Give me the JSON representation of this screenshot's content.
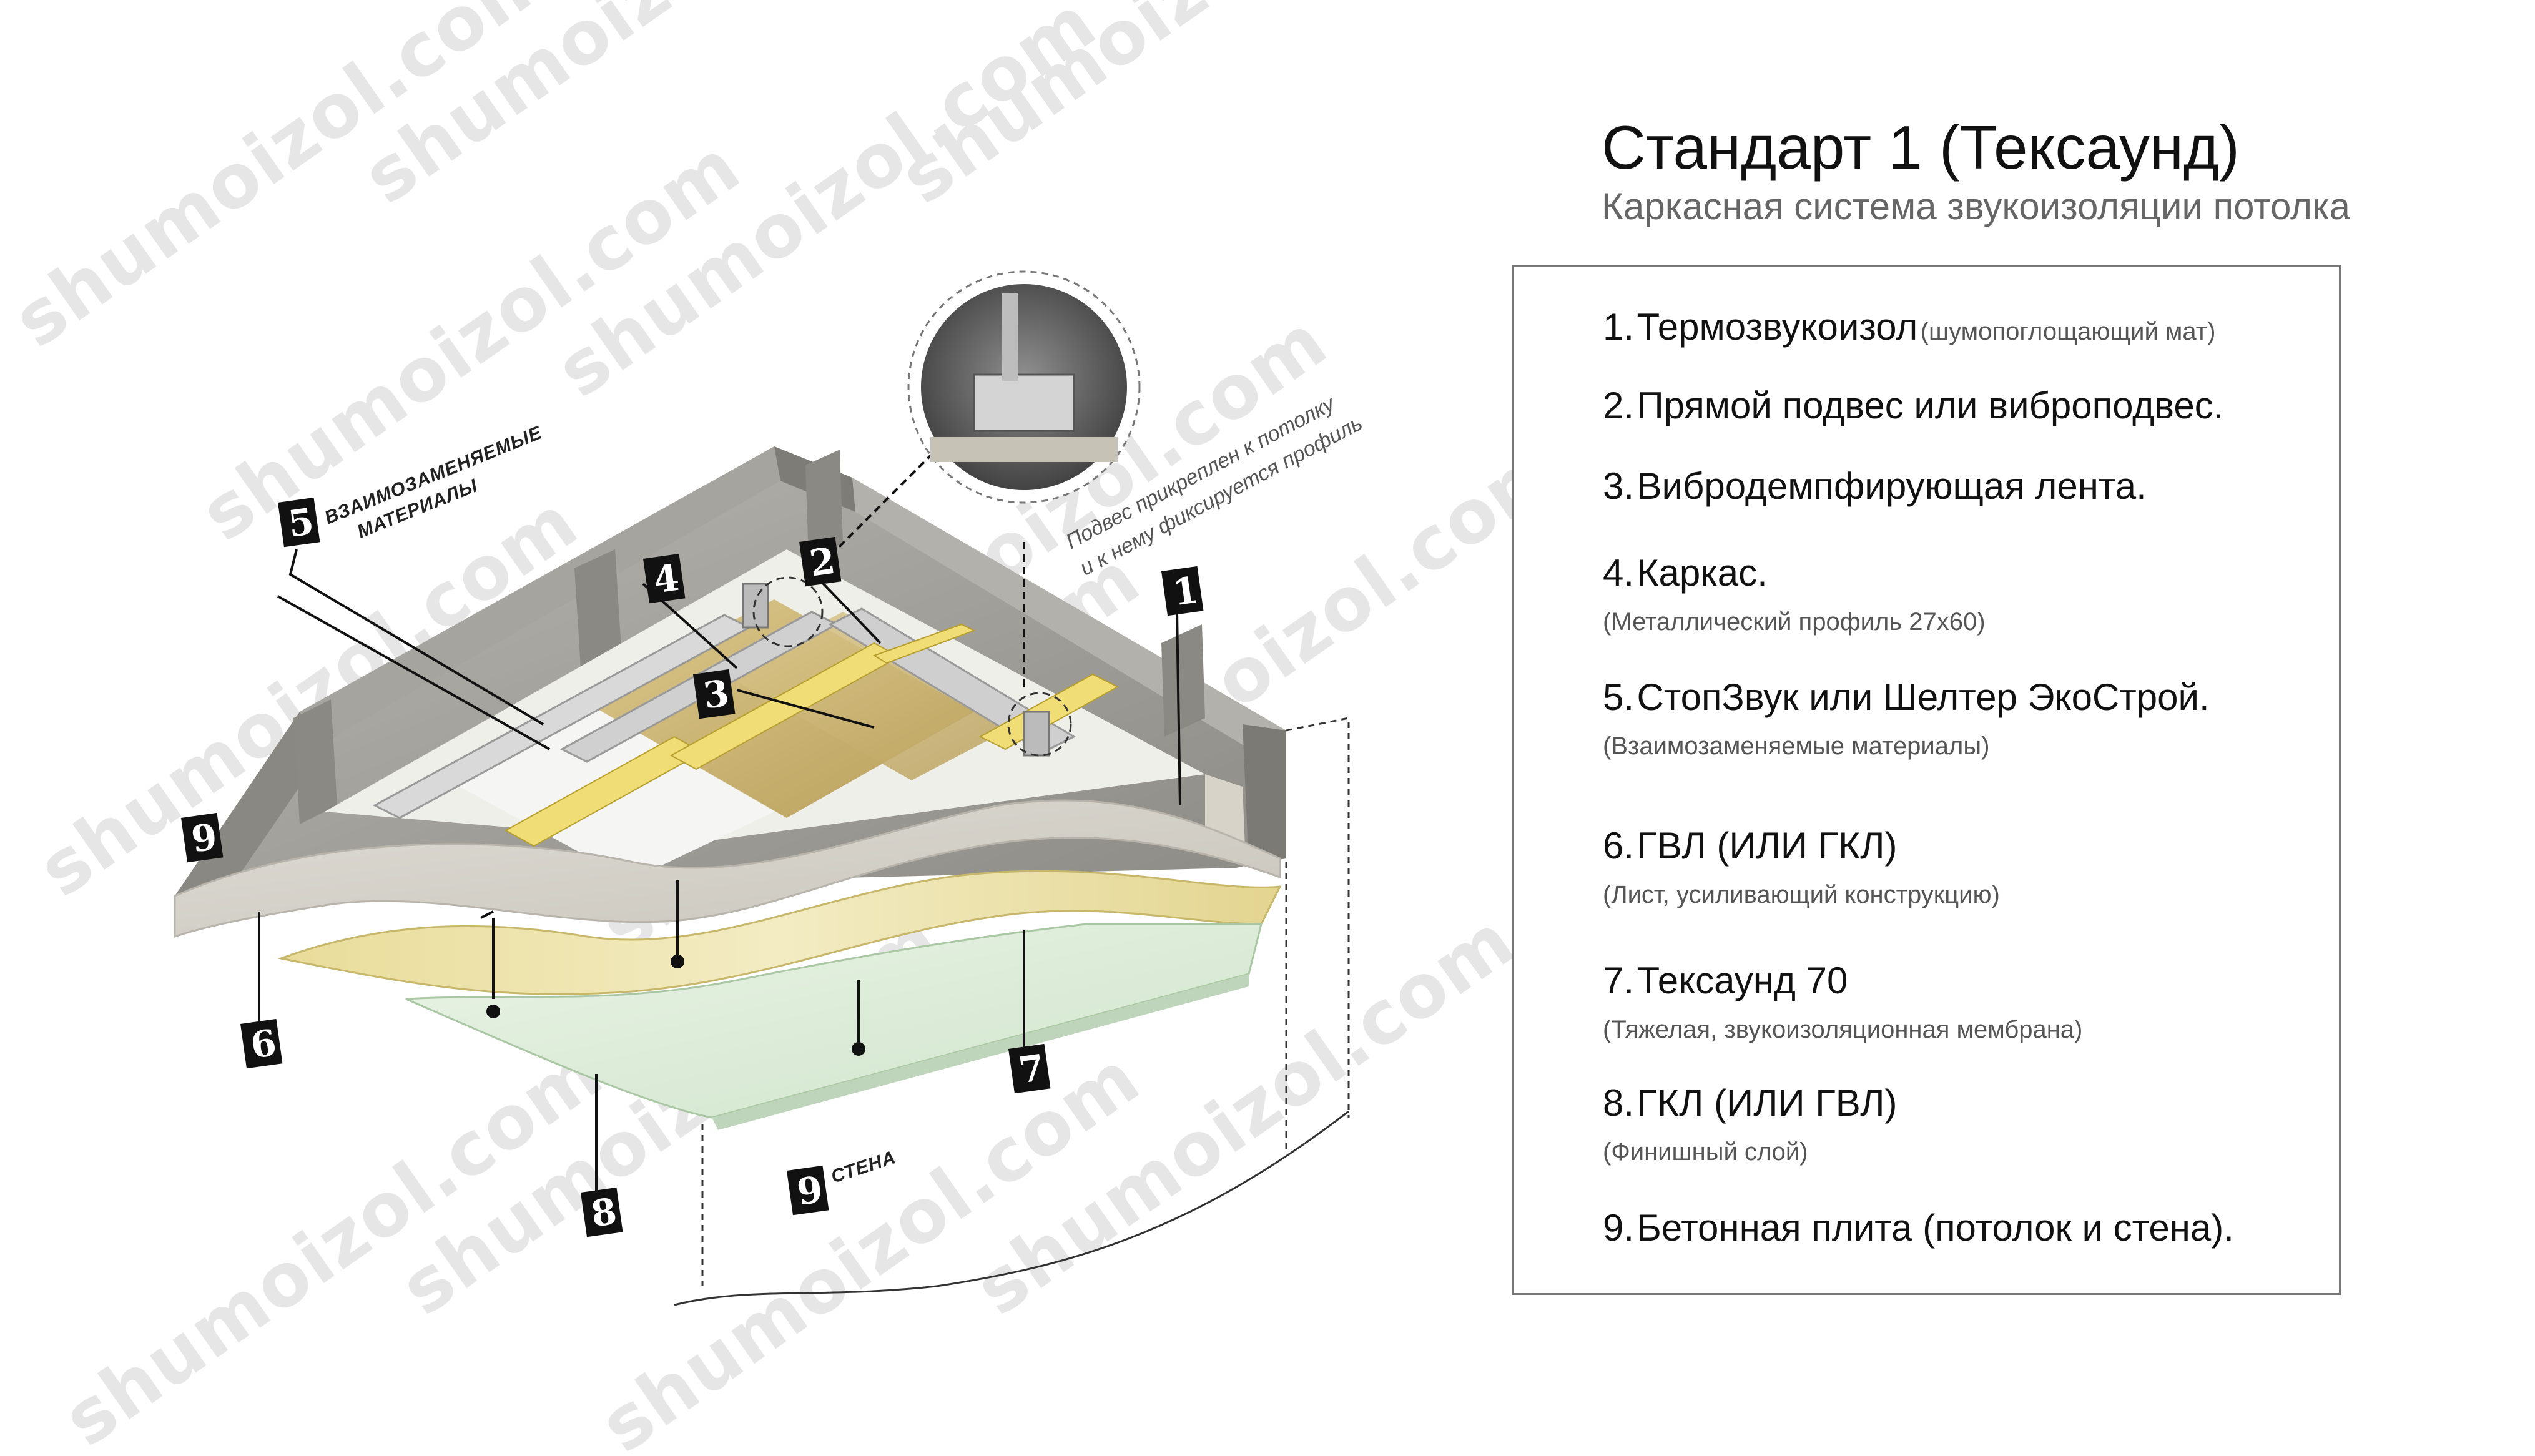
{
  "header": {
    "title": "Стандарт 1 (Тексаунд)",
    "subtitle": "Каркасная система звукоизоляции потолка"
  },
  "legend": [
    {
      "num": "1.",
      "title": "Термозвукоизол",
      "inline_note": "(шумопоглощающий мат)",
      "note": ""
    },
    {
      "num": "2.",
      "title": "Прямой подвес или виброподвес.",
      "inline_note": "",
      "note": ""
    },
    {
      "num": "3.",
      "title": "Вибродемпфирующая лента.",
      "inline_note": "",
      "note": ""
    },
    {
      "num": "4.",
      "title": "Каркас.",
      "inline_note": "",
      "note": "(Металлический профиль 27x60)"
    },
    {
      "num": "5.",
      "title": "СтопЗвук или Шелтер ЭкоСтрой.",
      "inline_note": "",
      "note": "(Взаимозаменяемые материалы)"
    },
    {
      "num": "6.",
      "title": "ГВЛ (ИЛИ ГКЛ)",
      "inline_note": "",
      "note": "(Лист, усиливающий конструкцию)"
    },
    {
      "num": "7.",
      "title": "Тексаунд 70",
      "inline_note": "",
      "note": "(Тяжелая, звукоизоляционная мембрана)"
    },
    {
      "num": "8.",
      "title": "ГКЛ (ИЛИ ГВЛ)",
      "inline_note": "",
      "note": "(Финишный слой)"
    },
    {
      "num": "9.",
      "title": "Бетонная плита (потолок и стена).",
      "inline_note": "",
      "note": ""
    }
  ],
  "diagram": {
    "badges": [
      "1",
      "2",
      "3",
      "4",
      "5",
      "6",
      "7",
      "8",
      "9",
      "9"
    ],
    "callout_materials": [
      "ВЗАИМОЗАМЕНЯЕМЫЕ",
      "МАТЕРИАЛЫ"
    ],
    "callout_wall": "СТЕНА",
    "hanger_note": [
      "Подвес прикреплен к потолку",
      "и к нему фиксируется профиль"
    ],
    "watermark": "shumoizol.com"
  },
  "colors": {
    "concrete": "#9c9a94",
    "felt": "#d7d3c8",
    "mineral_wool": "#cdb877",
    "membrane_yellow": "#e8e2a6",
    "finish_green": "#d9ebd6",
    "profile_metal": "#d8d8d8"
  }
}
